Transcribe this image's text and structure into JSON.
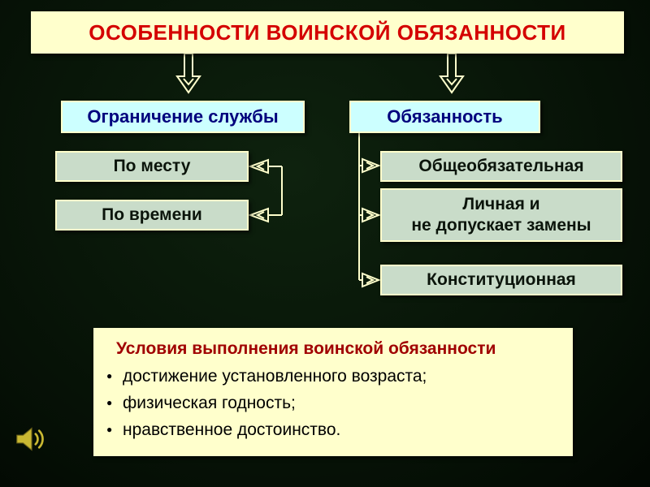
{
  "slide_title": "ОСОБЕННОСТИ ВОИНСКОЙ ОБЯЗАННОСТИ",
  "left_branch": {
    "header": "Ограничение службы",
    "items": [
      "По месту",
      "По времени"
    ]
  },
  "right_branch": {
    "header": "Обязанность",
    "items": [
      "Общеобязательная",
      "Личная и\nне допускает замены",
      "Конституционная"
    ]
  },
  "conditions": {
    "title": "Условия выполнения воинской обязанности",
    "bullets": [
      "достижение установленного возраста;",
      "физическая годность;",
      "нравственное достоинство."
    ]
  },
  "icons": {
    "speaker": "speaker-icon"
  },
  "colors": {
    "background": "#0e220e",
    "box_border": "#ffffcc",
    "title_bg": "#ffffcc",
    "title_text": "#d40000",
    "header_bg": "#ccffff",
    "header_text": "#00007d",
    "item_bg": "#c9dcc9",
    "item_text": "#0b140b",
    "conditions_bg": "#ffffcc",
    "conditions_title": "#a00000",
    "bullet_text": "#000000",
    "connector": "#ffffcc",
    "speaker": "#c9b832"
  }
}
